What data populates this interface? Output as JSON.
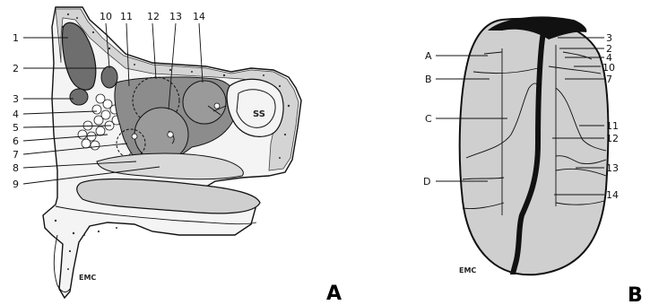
{
  "panel_a": {
    "letter": "A",
    "signature": "EMC",
    "sinus_label": "SS",
    "left_labels": [
      "1",
      "2",
      "3",
      "4",
      "5",
      "6",
      "7",
      "8",
      "9"
    ],
    "top_labels": [
      "10",
      "11",
      "12",
      "13",
      "14"
    ]
  },
  "panel_b": {
    "letter": "B",
    "signature": "EMC",
    "left_labels": [
      "A",
      "B",
      "C",
      "D"
    ],
    "right_labels": [
      "3",
      "2",
      "4",
      "10",
      "7",
      "11",
      "12",
      "13",
      "14"
    ]
  },
  "colors": {
    "bone_dark": "#3a3a3a",
    "sinus_fill": "#8c8c8c",
    "tongue_fill": "#cfcfcf",
    "line": "#111111"
  }
}
